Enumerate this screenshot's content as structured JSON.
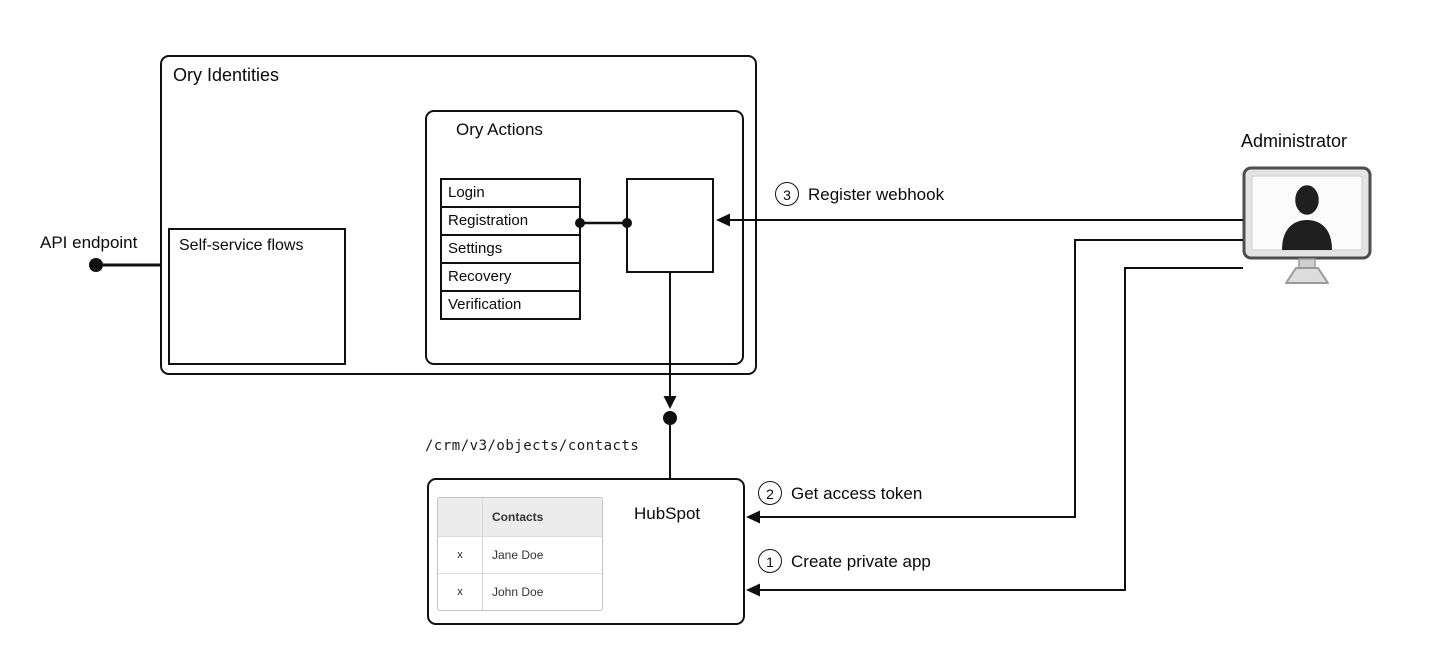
{
  "diagram": {
    "ory_identities_title": "Ory Identities",
    "self_service_flows_label": "Self-service flows",
    "ory_actions_title": "Ory Actions",
    "api_endpoint_label": "API endpoint",
    "administrator_label": "Administrator",
    "endpoint_path": "/crm/v3/objects/contacts",
    "hubspot_label": "HubSpot"
  },
  "flows": [
    "Login",
    "Registration",
    "Settings",
    "Recovery",
    "Verification"
  ],
  "steps": [
    {
      "number": "3",
      "label": "Register webhook"
    },
    {
      "number": "2",
      "label": "Get access token"
    },
    {
      "number": "1",
      "label": "Create private app"
    }
  ],
  "contacts_table": {
    "header": "Contacts",
    "rows": [
      {
        "selected": "x",
        "name": "Jane Doe"
      },
      {
        "selected": "x",
        "name": "John Doe"
      }
    ]
  },
  "colors": {
    "line": "#0f0f0f",
    "table_header_bg": "#ececec",
    "table_border": "#c4c4c4"
  }
}
